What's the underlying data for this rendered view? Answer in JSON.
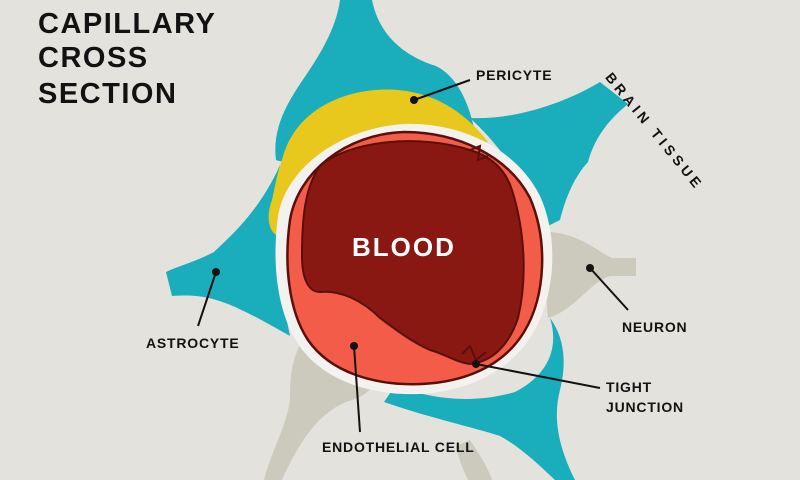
{
  "title": {
    "lines": [
      "CAPILLARY",
      "CROSS",
      "SECTION"
    ]
  },
  "region_label": "BRAIN TISSUE",
  "labels": {
    "pericyte": "PERICYTE",
    "blood": "BLOOD",
    "astrocyte": "ASTROCYTE",
    "neuron": "NEURON",
    "tight_junction": [
      "TIGHT",
      "JUNCTION"
    ],
    "endothelial_cell": "ENDOTHELIAL CELL"
  },
  "colors": {
    "background": "#e4e2dc",
    "astrocyte": "#1aadbc",
    "pericyte": "#e8c81c",
    "endothelial": "#f45c4a",
    "blood": "#8a1812",
    "outline": "#5a0f0a",
    "neuron": "#ccc9bd",
    "membrane": "#f4f2ee",
    "text": "#121212"
  }
}
